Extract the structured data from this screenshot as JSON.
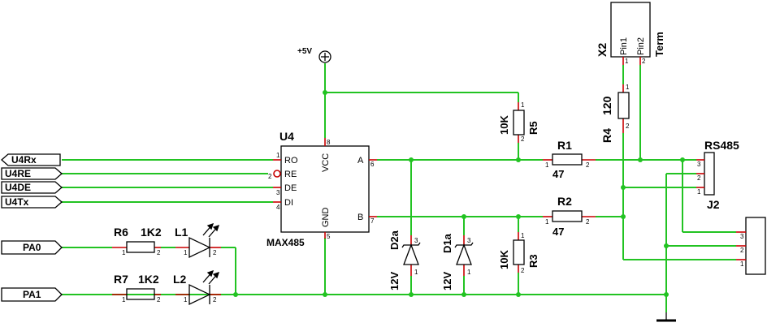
{
  "ports": {
    "u4rx": "U4Rx",
    "u4re": "U4RE",
    "u4de": "U4DE",
    "u4tx": "U4Tx",
    "pa0": "PA0",
    "pa1": "PA1"
  },
  "power": {
    "label": "+5V"
  },
  "u4": {
    "ref": "U4",
    "value": "MAX485",
    "pins": {
      "ro": "RO",
      "re": "RE",
      "de": "DE",
      "di": "DI",
      "vcc": "VCC",
      "gnd": "GND",
      "a": "A",
      "b": "B"
    },
    "pin_nums": {
      "ro": "1",
      "re": "2",
      "de": "3",
      "di": "4",
      "gnd": "5",
      "a": "6",
      "b": "7",
      "vcc": "8"
    }
  },
  "r1": {
    "ref": "R1",
    "value": "47"
  },
  "r2": {
    "ref": "R2",
    "value": "47"
  },
  "r3": {
    "ref": "R3",
    "value": "10K"
  },
  "r4": {
    "ref": "R4",
    "value": "120"
  },
  "r5": {
    "ref": "R5",
    "value": "10K"
  },
  "r6": {
    "ref": "R6",
    "value": "1K2"
  },
  "r7": {
    "ref": "R7",
    "value": "1K2"
  },
  "l1": {
    "ref": "L1"
  },
  "l2": {
    "ref": "L2"
  },
  "d1": {
    "ref": "D1a",
    "value": "12V"
  },
  "d2": {
    "ref": "D2a",
    "value": "12V"
  },
  "x2": {
    "ref": "X2",
    "name": "Term",
    "pin1": "Pin1",
    "pin2": "Pin2"
  },
  "j2": {
    "ref": "J2",
    "name": "RS485"
  },
  "pin_numbers": {
    "p1": "1",
    "p2": "2",
    "p3": "3"
  }
}
